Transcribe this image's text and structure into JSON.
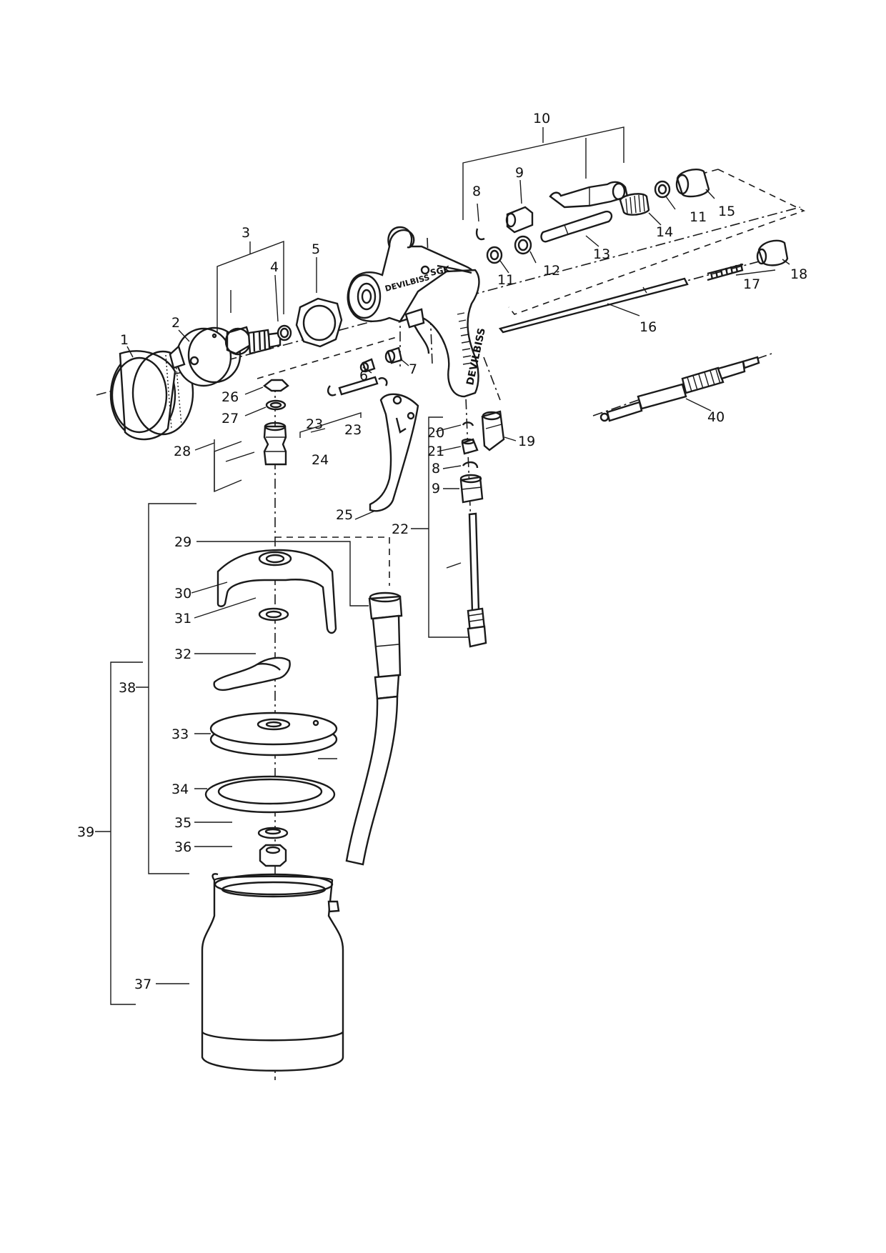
{
  "diagram": {
    "brand_text": "DEVILBISS",
    "model_text": "SGK",
    "grip_text": "DEVILBISS",
    "part_numbers": [
      "1",
      "2",
      "3",
      "4",
      "5",
      "6",
      "7",
      "8",
      "8",
      "9",
      "9",
      "10",
      "11",
      "11",
      "12",
      "13",
      "14",
      "15",
      "16",
      "17",
      "18",
      "19",
      "20",
      "21",
      "22",
      "23",
      "23",
      "24",
      "25",
      "26",
      "27",
      "28",
      "29",
      "30",
      "31",
      "32",
      "33",
      "34",
      "35",
      "36",
      "37",
      "38",
      "39",
      "40"
    ]
  }
}
